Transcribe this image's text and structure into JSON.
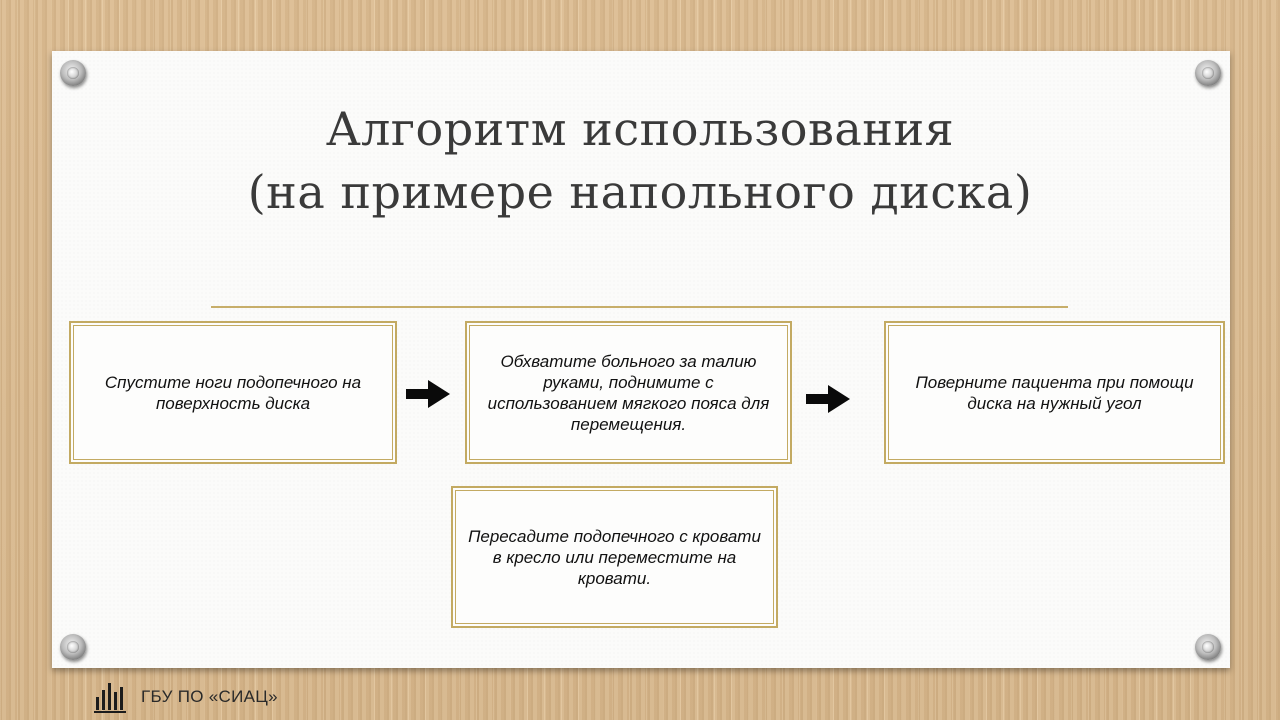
{
  "slide": {
    "title_line1": "Алгоритм использования",
    "title_line2": "(на примере напольного диска)",
    "steps": [
      "Спустите ноги подопечного на поверхность диска",
      "Обхватите больного за талию руками, поднимите с использованием мягкого пояса для перемещения.",
      "Поверните пациента при помощи диска на нужный угол",
      "Пересадите подопечного с кровати в кресло или переместите на кровати."
    ],
    "arrow_icon": "arrow-right-icon",
    "accent_color": "#c3aa62"
  },
  "footer": {
    "logo_icon": "bar-chart-logo-icon",
    "label": "ГБУ ПО «СИАЦ»"
  }
}
